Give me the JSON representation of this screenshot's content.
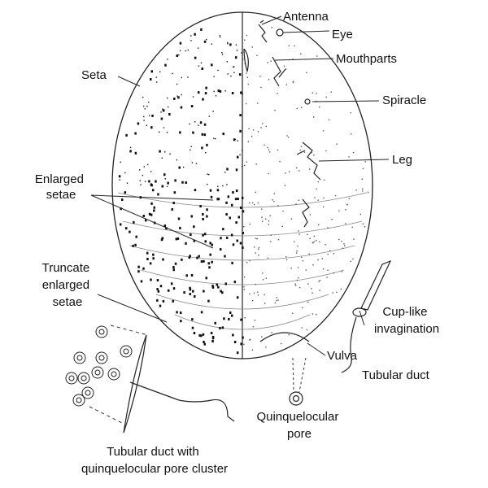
{
  "labels": {
    "antenna": "Antenna",
    "eye": "Eye",
    "mouthparts": "Mouthparts",
    "seta": "Seta",
    "spiracle": "Spiracle",
    "leg": "Leg",
    "enlarged_setae": [
      "Enlarged",
      "setae"
    ],
    "truncate_enlarged_setae": [
      "Truncate",
      "enlarged",
      "setae"
    ],
    "cup_like_invagination": [
      "Cup-like",
      "invagination"
    ],
    "vulva": "Vulva",
    "tubular_duct": "Tubular duct",
    "quinquelocular_pore": [
      "Quinquelocular",
      "pore"
    ],
    "tubular_duct_cluster": [
      "Tubular duct with",
      "quinquelocular pore cluster"
    ]
  }
}
